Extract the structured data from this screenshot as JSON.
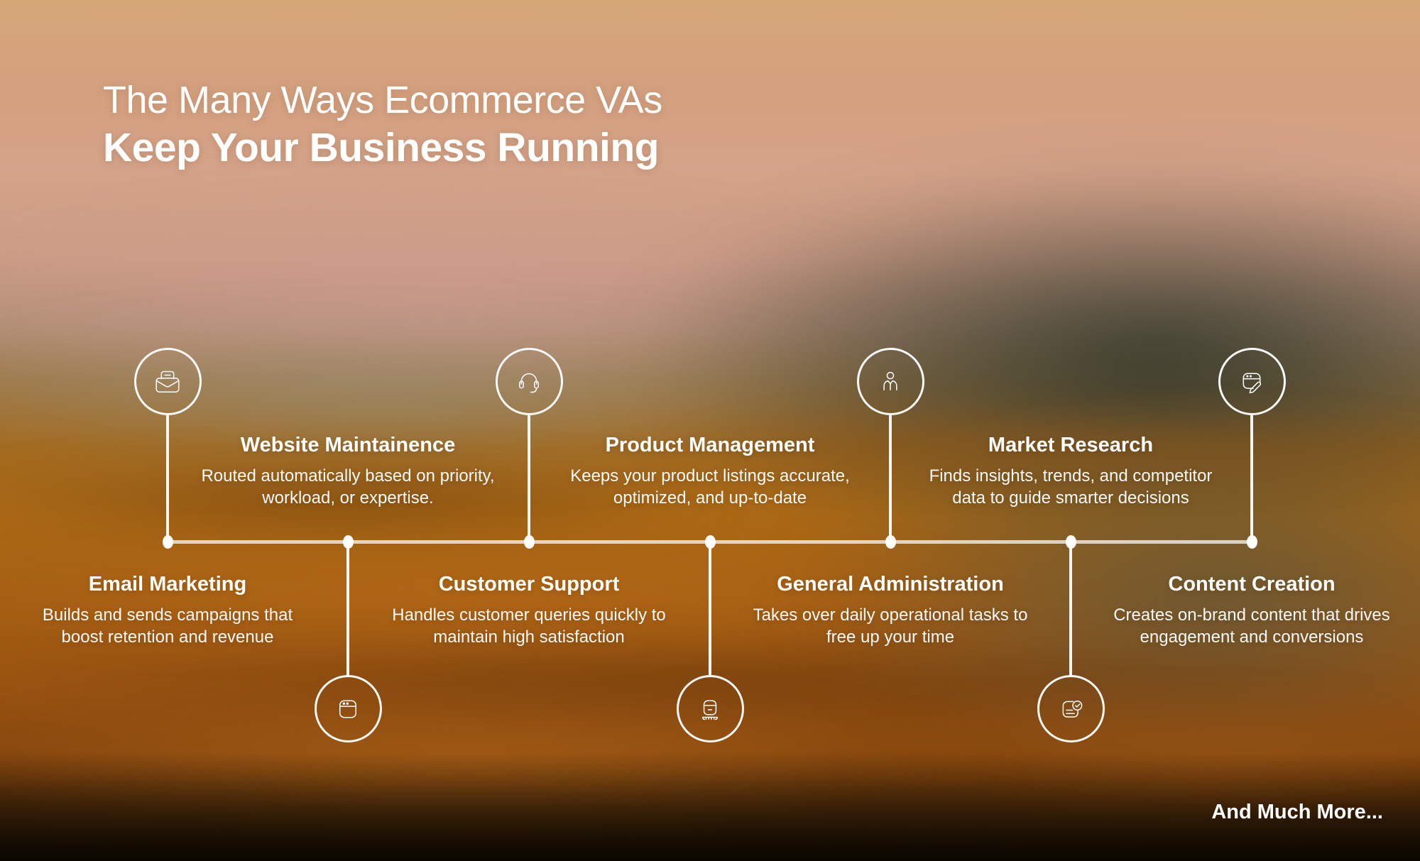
{
  "title": {
    "line1": "The Many Ways Ecommerce VAs",
    "line2": "Keep Your Business Running"
  },
  "timeline": {
    "items": [
      {
        "title": "Email Marketing",
        "icon": "open-envelope-icon",
        "text_position": "below-line",
        "description_lines": [
          "Builds and sends campaigns that",
          "boost retention and revenue"
        ]
      },
      {
        "title": "Website Maintainence",
        "icon": "browser-window-icon",
        "text_position": "above-line",
        "description_lines": [
          "Routed automatically based on priority,",
          "workload, or expertise."
        ]
      },
      {
        "title": "Customer Support",
        "icon": "headset-icon",
        "text_position": "below-line",
        "description_lines": [
          "Handles customer queries quickly to",
          "maintain high satisfaction"
        ]
      },
      {
        "title": "Product Management",
        "icon": "package-box-icon",
        "text_position": "above-line",
        "description_lines": [
          "Keeps your product listings accurate,",
          "optimized, and up-to-date"
        ]
      },
      {
        "title": "General Administration",
        "icon": "person-icon",
        "text_position": "below-line",
        "description_lines": [
          "Takes over daily operational tasks to",
          "free up your time"
        ]
      },
      {
        "title": "Market Research",
        "icon": "report-check-icon",
        "text_position": "above-line",
        "description_lines": [
          "Finds insights, trends, and competitor",
          "data to guide smarter decisions"
        ]
      },
      {
        "title": "Content Creation",
        "icon": "content-edit-icon",
        "text_position": "below-line",
        "description_lines": [
          "Creates on-brand content that drives",
          "engagement and conversions"
        ]
      }
    ]
  },
  "footer": {
    "more_label": "And Much More..."
  },
  "colors": {
    "text": "#ffffff",
    "timeline_line": "#e8e2da",
    "background_top": "#d5a678",
    "background_orange": "#a86314",
    "background_olive": "#3c4034",
    "background_bottom": "#1c1002"
  }
}
